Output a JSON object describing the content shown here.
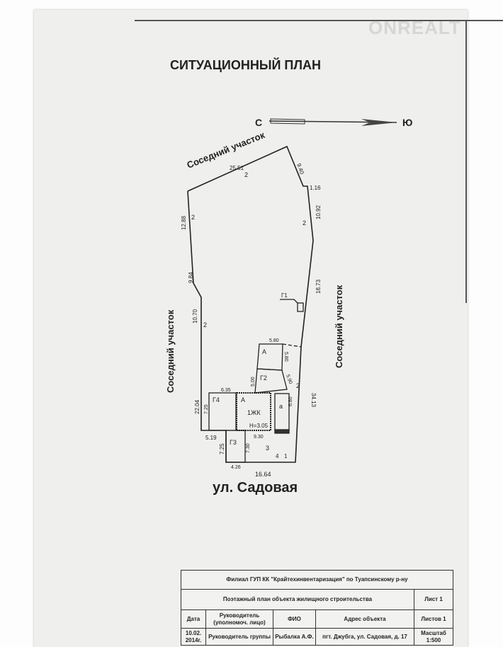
{
  "watermark": "ONREALT",
  "title": "СИТУАЦИОННЫЙ ПЛАН",
  "compass": {
    "north": "С",
    "south": "Ю"
  },
  "neighbors": {
    "top": "Соседний участок",
    "left": "Соседний участок",
    "right": "Соседний участок"
  },
  "street": "ул. Садовая",
  "dimensions": [
    "25.51",
    "9.40",
    "1.16",
    "10.92",
    "18.73",
    "34.13",
    "12.88",
    "9.84",
    "10.70",
    "22.04",
    "5.19",
    "7.25",
    "4.26",
    "16.64",
    "6.35",
    "7.25",
    "7.30",
    "9.30",
    "5.80",
    "5.80",
    "5.00",
    "5.90",
    "6.80",
    "H=3.05"
  ],
  "labels": [
    "2",
    "2",
    "2",
    "2",
    "2",
    "Г1",
    "А",
    "Г2",
    "Г4",
    "А",
    "1ЖК",
    "а",
    "Г3",
    "3",
    "4",
    "1"
  ],
  "title_block": {
    "org": "Филиал ГУП КК \"Крайтехинвентаризация\" по Туапсинскому р-ну",
    "doc": "Поэтажный план объекта жилищного строительства",
    "sheet": "Лист 1",
    "headers": [
      "Дата",
      "Руководитель (уполномоч. лицо)",
      "ФИО",
      "Адрес объекта",
      "Листов 1"
    ],
    "values": [
      "10.02. 2014г.",
      "Руководитель группы",
      "Рыбалка А.Ф.",
      "пгт. Джубга, ул. Садовая, д. 17",
      "Масштаб 1:500"
    ]
  }
}
